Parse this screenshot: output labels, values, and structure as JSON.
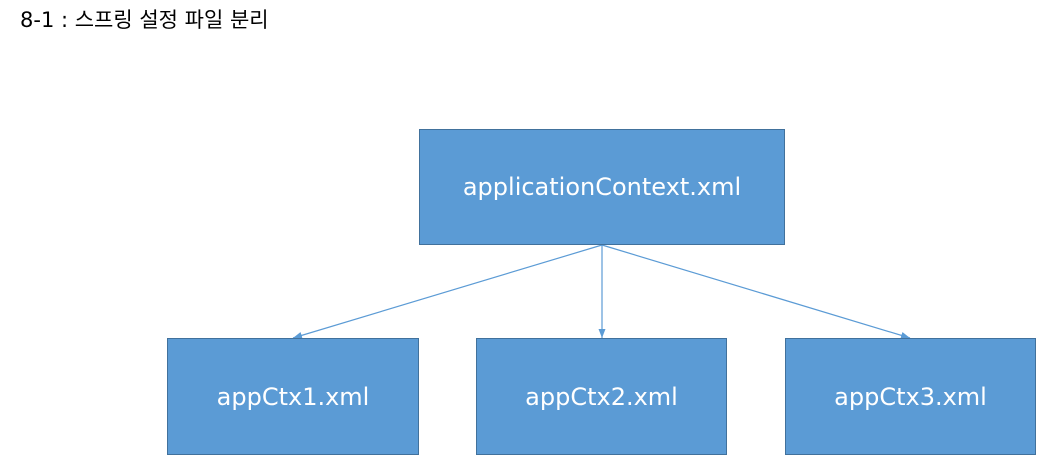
{
  "title": "8-1 : 스프링 설정 파일 분리",
  "colors": {
    "box_fill": "#5b9bd5",
    "box_border": "#41719c",
    "box_text": "#ffffff",
    "connector": "#5b9bd5"
  },
  "diagram": {
    "root": {
      "label": "applicationContext.xml"
    },
    "children": [
      {
        "label": "appCtx1.xml"
      },
      {
        "label": "appCtx2.xml"
      },
      {
        "label": "appCtx3.xml"
      }
    ]
  }
}
